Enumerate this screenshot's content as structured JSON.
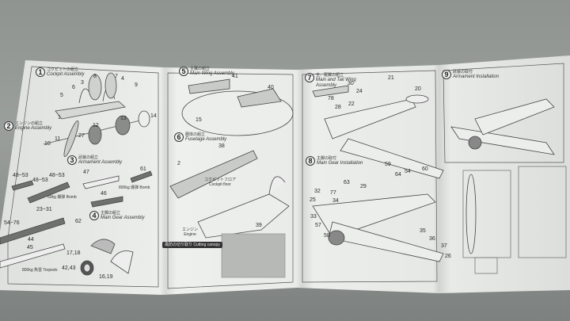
{
  "colors": {
    "table": "#949996",
    "paper": "#e9ebe9",
    "ink": "#2a2a2a"
  },
  "steps": [
    {
      "num": "1",
      "jp": "コクピットの組立",
      "en": "Cockpit Assembly"
    },
    {
      "num": "2",
      "jp": "エンジンの組立",
      "en": "Engine Assembly"
    },
    {
      "num": "3",
      "jp": "武装の組立",
      "en": "Armament Assembly"
    },
    {
      "num": "4",
      "jp": "主脚の組立",
      "en": "Main Gear Assembly"
    },
    {
      "num": "5",
      "jp": "主翼の組立",
      "en": "Main Wing Assembly"
    },
    {
      "num": "6",
      "jp": "胴体の組立",
      "en": "Fuselage Assembly"
    },
    {
      "num": "7",
      "jp": "主、尾翼の組立",
      "en": "Main and Tail Wing Assembly"
    },
    {
      "num": "8",
      "jp": "主脚の取付",
      "en": "Main Gear Installation"
    },
    {
      "num": "9",
      "jp": "武装の取付",
      "en": "Armament Installation"
    }
  ],
  "notes": {
    "bomb_60": "60kg 爆弾 Bomb",
    "bomb_800": "800kg 爆弾 Bomb",
    "torpedo_800": "800kg 魚雷 Torpedo",
    "cockpit_floor": "コクピットフロア Cockpit floor",
    "engine": "エンジン Engine",
    "cutting_canopy": "風防の切り取り Cutting canopy"
  },
  "parts": [
    "7",
    "4",
    "8",
    "3",
    "9",
    "6",
    "5",
    "1",
    "14",
    "13",
    "12",
    "11",
    "27",
    "10",
    "48~53",
    "48~53",
    "48~53",
    "47",
    "61",
    "46",
    "23~31",
    "54~76",
    "62",
    "44",
    "45",
    "17,18",
    "42,43",
    "16,19",
    "41",
    "40",
    "15",
    "38",
    "2",
    "39",
    "21",
    "20",
    "30",
    "24",
    "78",
    "28",
    "22",
    "59",
    "64",
    "54",
    "60",
    "63",
    "29",
    "32",
    "77",
    "25",
    "34",
    "33",
    "57",
    "58",
    "35",
    "36",
    "37",
    "26"
  ]
}
